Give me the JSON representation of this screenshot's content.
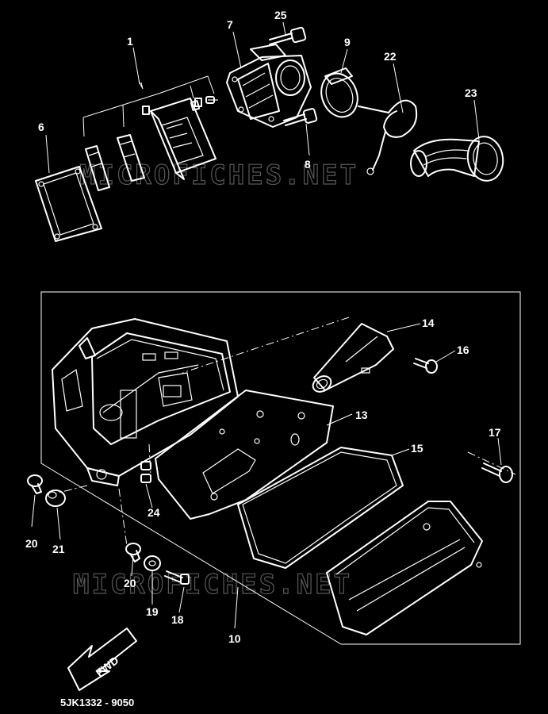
{
  "diagram": {
    "callouts": {
      "c1": "1",
      "c6": "6",
      "c7": "7",
      "c25": "25",
      "c9": "9",
      "c22": "22",
      "c23": "23",
      "c8": "8",
      "c14": "14",
      "c16": "16",
      "c13": "13",
      "c15": "15",
      "c17": "17",
      "c20a": "20",
      "c21": "21",
      "c24": "24",
      "c20b": "20",
      "c19": "19",
      "c18": "18",
      "c10": "10"
    },
    "direction_label": "FWD",
    "diagram_code": "5JK1332 - 9050",
    "watermark_top": "MICROFICHES.NET",
    "watermark_bottom": "MICROFICHES.NET"
  }
}
